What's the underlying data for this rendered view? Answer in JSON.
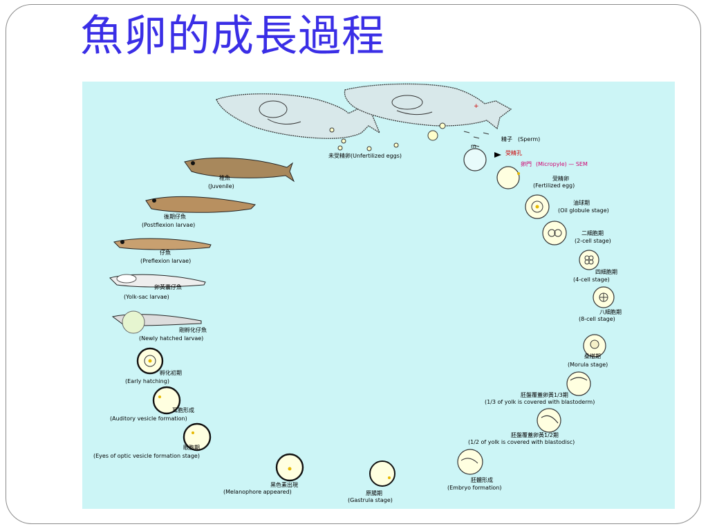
{
  "slide": {
    "title": "魚卵的成長過程"
  },
  "diagram": {
    "background": "#ccf5f6",
    "label_color": "#000000",
    "highlight_color": "#d0006f",
    "stages": [
      {
        "id": "unfertilized",
        "cn": "未受精卵",
        "en": "(Unfertilized eggs)"
      },
      {
        "id": "sperm",
        "cn": "精子",
        "en": "(Sperm)"
      },
      {
        "id": "micropyle",
        "cn": "受精孔",
        "en": ""
      },
      {
        "id": "micropyle-sem",
        "cn": "卵門",
        "en": "(Micropyle) — SEM"
      },
      {
        "id": "fertilized",
        "cn": "受精卵",
        "en": "(Fertilized egg)"
      },
      {
        "id": "oil-globule",
        "cn": "油球期",
        "en": "(Oil globule stage)"
      },
      {
        "id": "two-cell",
        "cn": "二細胞期",
        "en": "(2-cell stage)"
      },
      {
        "id": "four-cell",
        "cn": "四細胞期",
        "en": "(4-cell stage)"
      },
      {
        "id": "eight-cell",
        "cn": "八細胞期",
        "en": "(8-cell stage)"
      },
      {
        "id": "morula",
        "cn": "桑椹期",
        "en": "(Morula stage)"
      },
      {
        "id": "third-yolk",
        "cn": "胚盤覆蓋卵黃1/3期",
        "en": "(1/3 of yolk is covered with blastoderm)"
      },
      {
        "id": "half-yolk",
        "cn": "胚盤覆蓋卵黃1/2期",
        "en": "(1/2 of yolk is covered with blastodisc)"
      },
      {
        "id": "embryo-formation",
        "cn": "胚體形成",
        "en": "(Embryo formation)"
      },
      {
        "id": "gastrula",
        "cn": "原腸期",
        "en": "(Gastrula stage)"
      },
      {
        "id": "melanophore",
        "cn": "黑色素出現",
        "en": "(Melanophore appeared)"
      },
      {
        "id": "optic-vesicle",
        "cn": "眼胞期",
        "en": "(Eyes of optic vesicle formation stage)"
      },
      {
        "id": "auditory-vesicle",
        "cn": "耳胞形成",
        "en": "(Auditory vesicle formation)"
      },
      {
        "id": "early-hatching",
        "cn": "孵化初期",
        "en": "(Early hatching)"
      },
      {
        "id": "newly-hatched",
        "cn": "剛孵化仔魚",
        "en": "(Newly hatched larvae)"
      },
      {
        "id": "yolk-sac",
        "cn": "卵黃囊仔魚",
        "en": "(Yolk-sac larvae)"
      },
      {
        "id": "preflexion",
        "cn": "仔魚",
        "en": "(Preflexion larvae)"
      },
      {
        "id": "postflexion",
        "cn": "後期仔魚",
        "en": "(Postflexion larvae)"
      },
      {
        "id": "juvenile",
        "cn": "稚魚",
        "en": "(Juvenile)"
      }
    ]
  }
}
